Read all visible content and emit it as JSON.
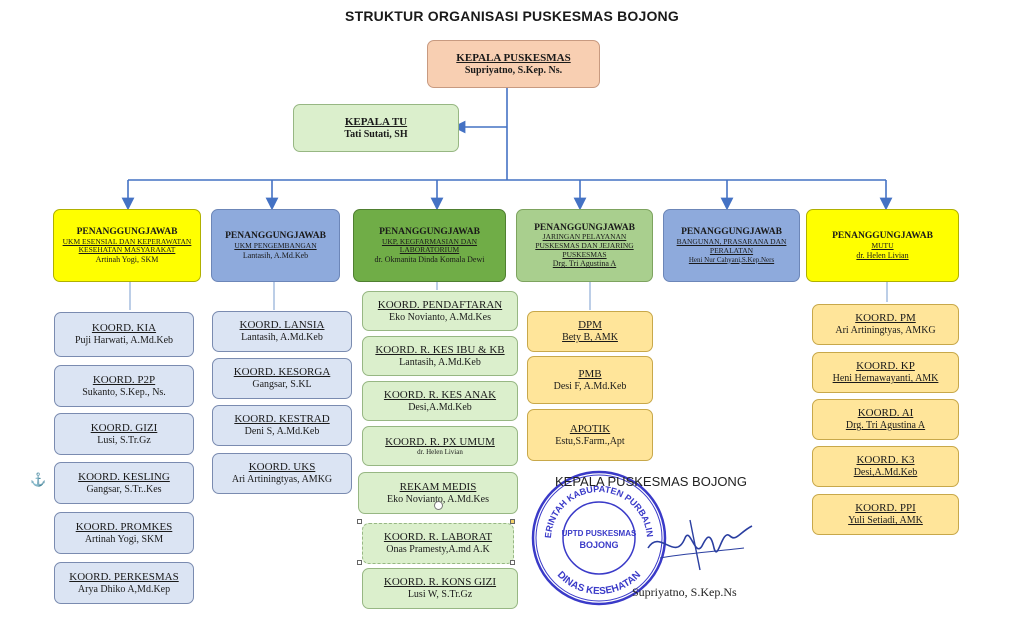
{
  "title": "STRUKTUR ORGANISASI PUSKESMAS BOJONG",
  "kepala": {
    "title": "KEPALA PUSKESMAS",
    "name": "Supriyatno, S.Kep. Ns."
  },
  "tu": {
    "title": "KEPALA TU",
    "name": "Tati Sutati, SH"
  },
  "pj": [
    {
      "title": "PENANGGUNGJAWAB",
      "sub": "UKM ESENSIAL DAN KEPERAWATAN KESEHATAN MASYARAKAT",
      "name": "Artinah Yogi, SKM"
    },
    {
      "title": "PENANGGUNGJAWAB",
      "sub": "UKM PENGEMBANGAN",
      "name": "Lantasih, A.Md.Keb"
    },
    {
      "title": "PENANGGUNGJAWAB",
      "sub": "UKP, KEGFARMASIAN DAN LABORATORIUM",
      "name": "dr. Okmanita Dinda Komala Dewi"
    },
    {
      "title": "PENANGGUNGJAWAB",
      "sub": "JARINGAN PELAYANAN PUSKESMAS DAN JEJARING PUSKESMAS",
      "name": "Drg. Tri Agustina A"
    },
    {
      "title": "PENANGGUNGJAWAB",
      "sub": "BANGUNAN, PRASARANA DAN PERALATAN",
      "name": "Heni Nur Cahyani,S.Kep.Ners"
    },
    {
      "title": "PENANGGUNGJAWAB",
      "sub": "MUTU",
      "name": "dr. Helen Livian"
    }
  ],
  "col1": [
    {
      "title": "KOORD. KIA",
      "name": "Puji Harwati, A.Md.Keb"
    },
    {
      "title": "KOORD. P2P",
      "name": "Sukanto, S.Kep., Ns."
    },
    {
      "title": "KOORD. GIZI",
      "name": "Lusi, S.Tr.Gz"
    },
    {
      "title": "KOORD. KESLING",
      "name": "Gangsar, S.Tr..Kes"
    },
    {
      "title": "KOORD. PROMKES",
      "name": "Artinah Yogi, SKM"
    },
    {
      "title": "KOORD. PERKESMAS",
      "name": "Arya Dhiko A,Md.Kep"
    }
  ],
  "col2": [
    {
      "title": "KOORD. LANSIA",
      "name": "Lantasih, A.Md.Keb"
    },
    {
      "title": "KOORD. KESORGA",
      "name": "Gangsar, S.KL"
    },
    {
      "title": "KOORD. KESTRAD",
      "name": "Deni S, A.Md.Keb"
    },
    {
      "title": "KOORD. UKS",
      "name": "Ari Artiningtyas, AMKG"
    }
  ],
  "col3": [
    {
      "title": "KOORD. PENDAFTARAN",
      "name": "Eko Novianto, A.Md.Kes"
    },
    {
      "title": "KOORD. R. KES IBU & KB",
      "name": "Lantasih, A.Md.Keb"
    },
    {
      "title": "KOORD. R. KES ANAK",
      "name": "Desi,A.Md.Keb"
    },
    {
      "title": "KOORD. R. PX UMUM",
      "name": "dr. Helen Livian"
    },
    {
      "title": "REKAM MEDIS",
      "name": "Eko Novianto, A.Md.Kes"
    },
    {
      "title": "KOORD. R. LABORAT",
      "name": "Onas Pramesty,A.md A.K"
    },
    {
      "title": "KOORD. R. KONS GIZI",
      "name": "Lusi W, S.Tr.Gz"
    }
  ],
  "col4": [
    {
      "title": "DPM",
      "name": "Bety B, AMK"
    },
    {
      "title": "PMB",
      "name": "Desi F, A.Md.Keb"
    },
    {
      "title": "APOTIK",
      "name": "Estu,S.Farm.,Apt"
    }
  ],
  "col6": [
    {
      "title": "KOORD. PM",
      "name": "Ari Artiningtyas, AMKG"
    },
    {
      "title": "KOORD. KP",
      "name": "Heni Hernawayanti, AMK"
    },
    {
      "title": "KOORD. AI",
      "name": "Drg. Tri Agustina A"
    },
    {
      "title": "KOORD. K3",
      "name": "Desi,A.Md.Keb"
    },
    {
      "title": "KOORD. PPI",
      "name": "Yuli Setiadi, AMK"
    }
  ],
  "signature": {
    "title": "KEPALA PUSKESMAS BOJONG",
    "name": "Supriyatno, S.Kep.Ns"
  },
  "stamp": {
    "top": "PEMERINTAH KABUPATEN PURBALINGGA",
    "center1": "UPTD PUSKESMAS",
    "center2": "BOJONG",
    "bottom": "DINAS KESEHATAN"
  },
  "colors": {
    "connector": "#4472c4",
    "stamp": "#3a3ac8"
  }
}
